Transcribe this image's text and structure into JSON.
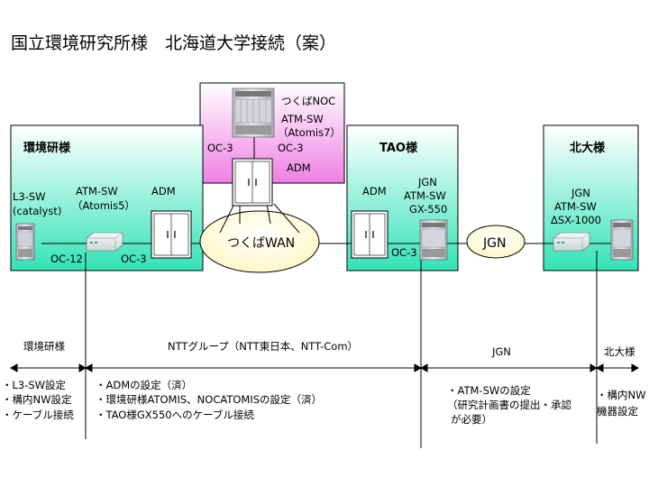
{
  "title": "国立環境研究所様　北海道大学接続（案）",
  "colors": {
    "org_gradient_top": "#ffffff",
    "org_gradient_bottom": "#33e3b7",
    "noc_gradient_top": "#ffffff",
    "noc_gradient_bottom": "#ee7fe3",
    "cloud_fill": "#ffffff",
    "cloud_fill_shade": "#fff7c8",
    "line": "#000000"
  },
  "sites": {
    "kankyo": {
      "name": "環境研様",
      "l3sw": "L3-SW",
      "l3sw_sub": "(catalyst)",
      "atmsw": "ATM-SW",
      "atmsw_sub": "（Atomis5）",
      "adm": "ADM",
      "oc12": "OC-12",
      "oc3": "OC-3"
    },
    "noc": {
      "name": "つくばNOC",
      "atmsw": "ATM-SW",
      "atmsw_sub": "（Atomis7）",
      "oc3_left": "OC-3",
      "oc3_right": "OC-3",
      "adm": "ADM"
    },
    "tao": {
      "name": "TAO様",
      "adm": "ADM",
      "jgn": "JGN",
      "atmsw": "ATM-SW",
      "model": "GX-550",
      "oc3": "OC-3"
    },
    "hokudai": {
      "name": "北大様",
      "jgn": "JGN",
      "atmsw": "ATM-SW",
      "model": "ΔSX-1000"
    }
  },
  "clouds": {
    "wan": "つくばWAN",
    "jgn": "JGN"
  },
  "columns": {
    "kankyo": {
      "label": "環境研様",
      "tasks": [
        "・L3-SW設定",
        "・構内NW設定",
        "・ケーブル接続"
      ]
    },
    "ntt": {
      "label": "NTTグループ（NTT東日本、NTT-Com）",
      "tasks": [
        "・ADMの設定（済）",
        "・環境研様ATOMIS、NOCATOMISの設定（済）",
        "・TAO様GX550へのケーブル接続"
      ]
    },
    "jgn": {
      "label": "JGN",
      "tasks": [
        "・ATM-SWの設定",
        "（研究計画書の提出・承認",
        "が必要）"
      ]
    },
    "hokudai": {
      "label": "北大様",
      "tasks": [
        "・構内NW",
        "機器設定"
      ]
    }
  }
}
